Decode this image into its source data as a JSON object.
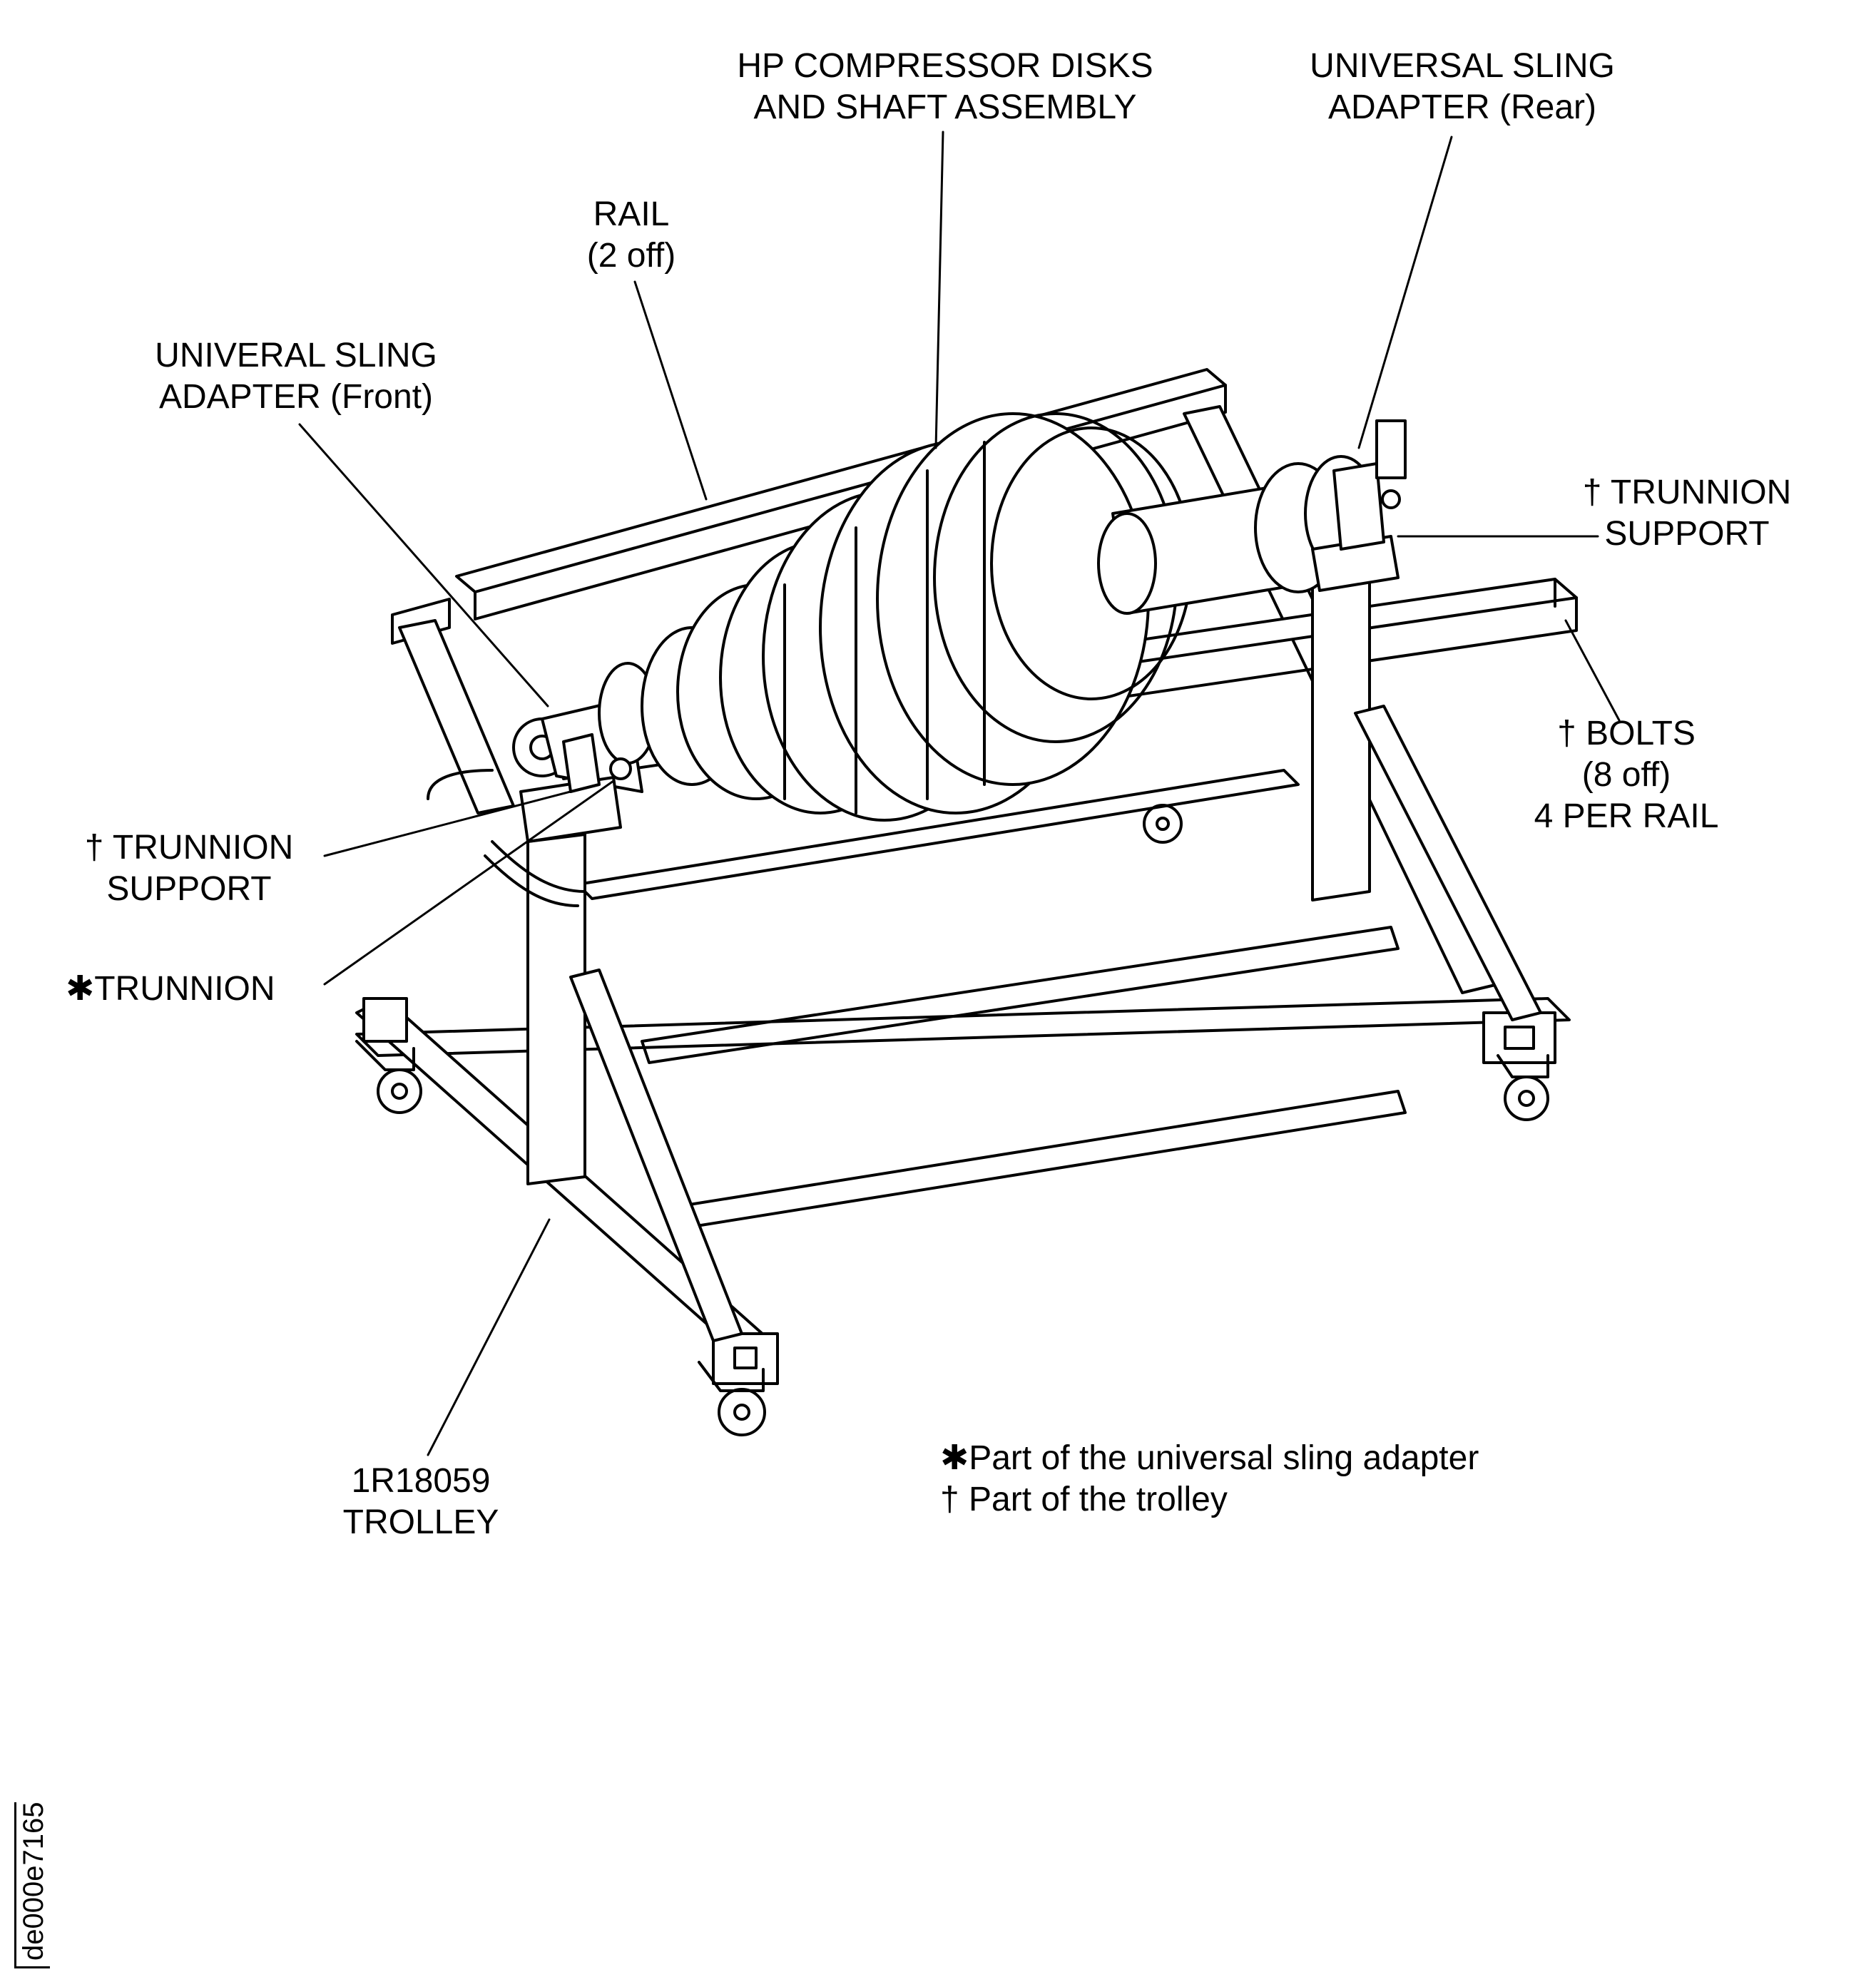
{
  "labels": {
    "hp_compressor": [
      "HP COMPRESSOR DISKS",
      "AND SHAFT ASSEMBLY"
    ],
    "sling_rear": [
      "UNIVERSAL SLING",
      "ADAPTER (Rear)"
    ],
    "rail": [
      "RAIL",
      "(2 off)"
    ],
    "sling_front": [
      "UNIVERAL SLING",
      "ADAPTER (Front)"
    ],
    "trunnion_support_right": [
      "† TRUNNION",
      "SUPPORT"
    ],
    "bolts": [
      "† BOLTS",
      "(8 off)",
      "4 PER RAIL"
    ],
    "trunnion_support_left": [
      "† TRUNNION",
      "SUPPORT"
    ],
    "trunnion": "✱TRUNNION",
    "trolley": [
      "1R18059",
      "TROLLEY"
    ]
  },
  "legend": {
    "asterisk_note": "✱Part of the universal sling adapter",
    "dagger_note": "† Part of the trolley"
  },
  "figure_code": "de000e7165"
}
